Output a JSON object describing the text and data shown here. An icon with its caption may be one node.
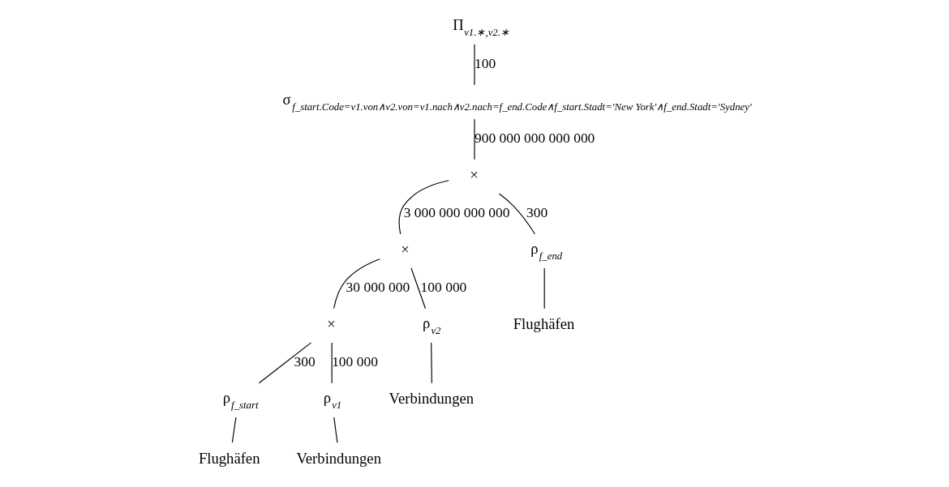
{
  "diagram": {
    "nodes": [
      {
        "text": [
          "Π$_{v1.∗,v2.∗}$"
        ]
      },
      {
        "text": [
          "σ$_{f_start.Code=v1.von∧v2.von=v1.nach∧v2.nach=f_end.Code∧f_start.Stadt=′New York′∧f_end.Stadt=′Sydney′}$"
        ]
      },
      {
        "text": [
          "×"
        ]
      },
      {
        "text": [
          "×"
        ]
      },
      {
        "text": [
          "ρ$_{f_end}$"
        ]
      },
      {
        "text": [
          "×"
        ]
      },
      {
        "text": [
          "ρ$_{v2}$"
        ]
      },
      {
        "text": [
          "Flughäfen"
        ]
      },
      {
        "text": [
          "ρ$_{f_start}$"
        ]
      },
      {
        "text": [
          "ρ$_{v1}$"
        ]
      },
      {
        "text": [
          "Verbindungen"
        ]
      },
      {
        "text": [
          "Flughäfen"
        ]
      },
      {
        "text": [
          "Verbindungen"
        ]
      }
    ],
    "edges": [
      {
        "from": 0,
        "to": 1,
        "arrow": "none",
        "label": "100"
      },
      {
        "from": 1,
        "to": 2,
        "arrow": "none",
        "label": "900 000 000 000 000"
      },
      {
        "from": 2,
        "to": 3,
        "arrow": "none",
        "label": "3 000 000 000 000"
      },
      {
        "from": 2,
        "to": 4,
        "arrow": "none",
        "label": "300"
      },
      {
        "from": 3,
        "to": 5,
        "arrow": "none",
        "label": "30 000 000"
      },
      {
        "from": 3,
        "to": 6,
        "arrow": "none",
        "label": "100 000"
      },
      {
        "from": 4,
        "to": 7,
        "arrow": "none"
      },
      {
        "from": 5,
        "to": 8,
        "arrow": "none",
        "label": "300"
      },
      {
        "from": 5,
        "to": 9,
        "arrow": "none",
        "label": "100 000"
      },
      {
        "from": 6,
        "to": 10,
        "arrow": "none"
      },
      {
        "from": 8,
        "to": 11,
        "arrow": "none"
      },
      {
        "from": 9,
        "to": 12,
        "arrow": "none"
      }
    ]
  }
}
